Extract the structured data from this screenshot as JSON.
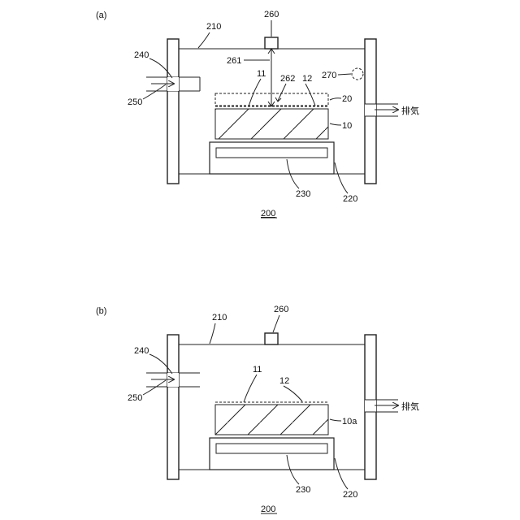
{
  "panel_a": {
    "label": "(a)",
    "ref_chamber": "210",
    "ref_sensor": "260",
    "ref_gas_inlet": "240",
    "ref_gas_arrow": "250",
    "ref_distance": "261",
    "ref_262": "262",
    "ref_11": "11",
    "ref_12": "12",
    "ref_270": "270",
    "ref_20": "20",
    "ref_10": "10",
    "ref_230": "230",
    "ref_220": "220",
    "exhaust": "排気",
    "figure_number": "200"
  },
  "panel_b": {
    "label": "(b)",
    "ref_chamber": "210",
    "ref_sensor": "260",
    "ref_gas_inlet": "240",
    "ref_gas_arrow": "250",
    "ref_11": "11",
    "ref_12": "12",
    "ref_10a": "10a",
    "ref_230": "230",
    "ref_220": "220",
    "exhaust": "排気",
    "figure_number": "200"
  }
}
